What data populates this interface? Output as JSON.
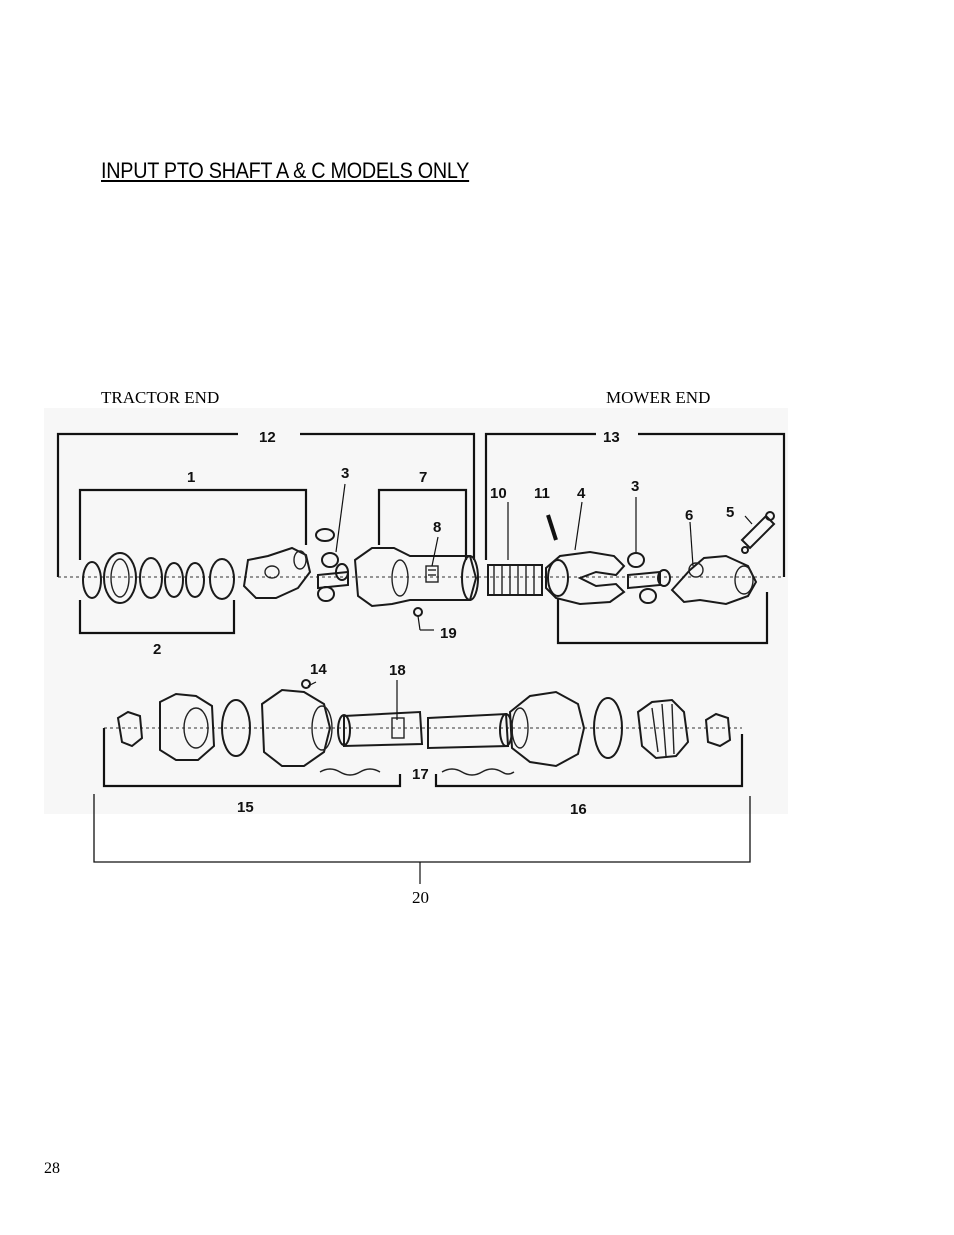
{
  "document": {
    "title": "INPUT PTO SHAFT A & C MODELS ONLY",
    "tractor_end_label": "TRACTOR END",
    "mower_end_label": "MOWER END",
    "page_number": "28"
  },
  "diagram": {
    "callouts": {
      "c1": "1",
      "c2": "2",
      "c3a": "3",
      "c3b": "3",
      "c4": "4",
      "c5": "5",
      "c6": "6",
      "c7": "7",
      "c8": "8",
      "c10": "10",
      "c11": "11",
      "c12": "12",
      "c13": "13",
      "c14": "14",
      "c15": "15",
      "c16": "16",
      "c17": "17",
      "c18": "18",
      "c19": "19"
    },
    "assembly_label": "20"
  }
}
